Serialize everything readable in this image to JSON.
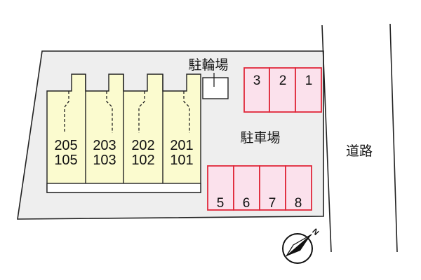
{
  "labels": {
    "bicycle_parking": "駐輪場",
    "parking": "駐車場",
    "road": "道路",
    "north": "N"
  },
  "units": [
    {
      "upper": "205",
      "lower": "105"
    },
    {
      "upper": "203",
      "lower": "103"
    },
    {
      "upper": "202",
      "lower": "102"
    },
    {
      "upper": "201",
      "lower": "101"
    }
  ],
  "parking_top": [
    "3",
    "2",
    "1"
  ],
  "parking_bottom": [
    "5",
    "6",
    "7",
    "8"
  ],
  "colors": {
    "lot": "#eeeeee",
    "building": "#fbfbcf",
    "parking_fill": "#fbe1ec",
    "parking_border": "#e0283a",
    "line": "#222222"
  }
}
